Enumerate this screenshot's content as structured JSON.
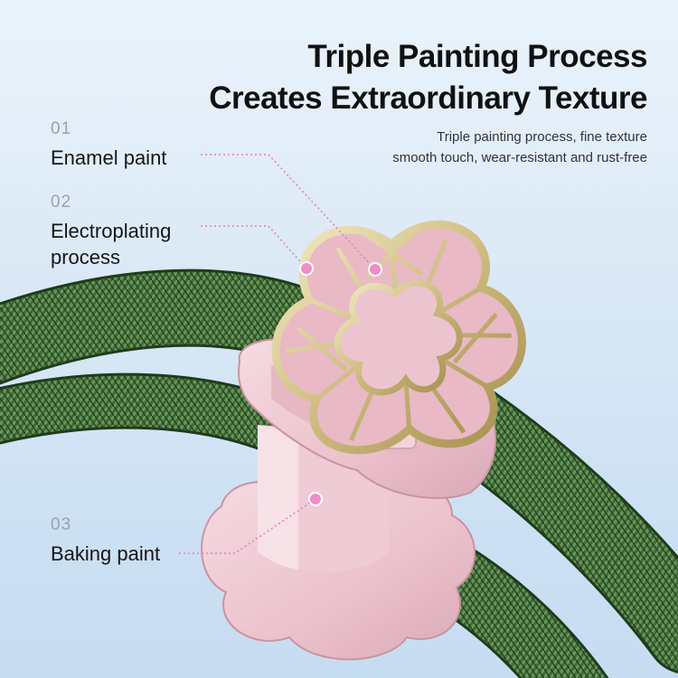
{
  "headline": {
    "line1": "Triple Painting Process",
    "line2": "Creates Extraordinary Texture"
  },
  "subheadline": {
    "line1": "Triple painting process, fine texture",
    "line2": "smooth touch, wear-resistant and rust-free"
  },
  "steps": [
    {
      "number": "01",
      "label_lines": [
        "Enamel paint"
      ]
    },
    {
      "number": "02",
      "label_lines": [
        "Electroplating",
        "process"
      ]
    },
    {
      "number": "03",
      "label_lines": [
        "Baking paint"
      ]
    }
  ],
  "colors": {
    "cable_green": "#3f6b38",
    "charm_pink": "#ecc4cf",
    "gold_frame": "#d6c68f",
    "callout_pink": "#e87fbf",
    "headline_text": "#111111"
  }
}
